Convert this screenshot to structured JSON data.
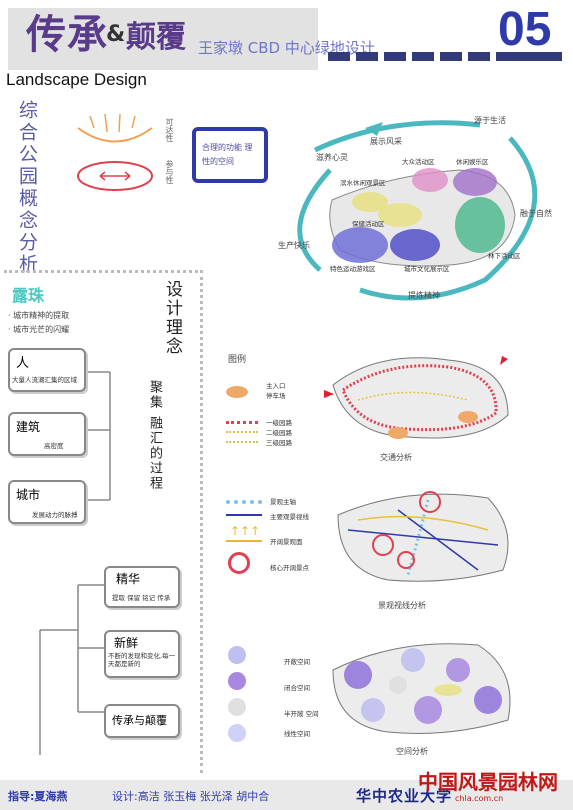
{
  "header": {
    "title_a": "传承",
    "title_amp": "&",
    "title_b": "颠覆",
    "subtitle": "王家墩 CBD 中心绿地设计",
    "english": "Landscape Design",
    "page_number": "05"
  },
  "concept": {
    "side_title": "综合公园概念分析",
    "accessibility": "可达性",
    "participation": "参与性",
    "center_box": "合理的功能 理性的空间",
    "cycle_labels": [
      "展示风采",
      "源于生活",
      "滋养心灵",
      "融于自然",
      "生产快乐",
      "提炼精神"
    ],
    "zones": [
      "大众活动区",
      "休闲娱乐区",
      "滨水休闲观景区",
      "保健活动区",
      "特色运动游戏区",
      "城市文化展示区",
      "林下活动区"
    ]
  },
  "design_idea": {
    "section_title": "露珠",
    "lines": [
      "城市精神的提取",
      "城市光芒的闪耀"
    ],
    "vertical_title": "设计理念",
    "process": "聚集 融汇的过程",
    "boxes": [
      {
        "title": "人",
        "desc": "大量人流潮汇集的区域"
      },
      {
        "title": "建筑",
        "desc": "高密度"
      },
      {
        "title": "城市",
        "desc": "发展动力的脉搏"
      }
    ],
    "tree": [
      {
        "title": "精华",
        "desc": "提取 保留 铭记 传承"
      },
      {
        "title": "新鲜",
        "desc": "不断的发现和变化,每一天都是新的"
      },
      {
        "title": "传承与颠覆",
        "desc": ""
      }
    ]
  },
  "legend": {
    "title": "图例",
    "traffic": {
      "items": [
        "主入口",
        "停车场",
        "一级园路",
        "二级园路",
        "三级园路"
      ],
      "caption": "交通分析"
    },
    "view": {
      "items": [
        "景观主轴",
        "主要观景视线",
        "开阔景观面",
        "核心开阔景点"
      ],
      "caption": "景观视线分析"
    },
    "space": {
      "items": [
        "开敞空间",
        "闭合空间",
        "半开敞 空间",
        "线性空间"
      ],
      "caption": "空间分析"
    }
  },
  "footer": {
    "advisor": "指导:夏海燕",
    "designers": "设计:高洁 张玉梅 张光泽 胡中合",
    "school": "华中农业大学",
    "watermark": "中国风景园林网",
    "watermark_url": "chla.com.cn"
  },
  "colors": {
    "purple": "#5a3a8a",
    "blue": "#2d3aa8",
    "teal": "#4bb8c0",
    "orange": "#f0a050",
    "red": "#e04050"
  }
}
